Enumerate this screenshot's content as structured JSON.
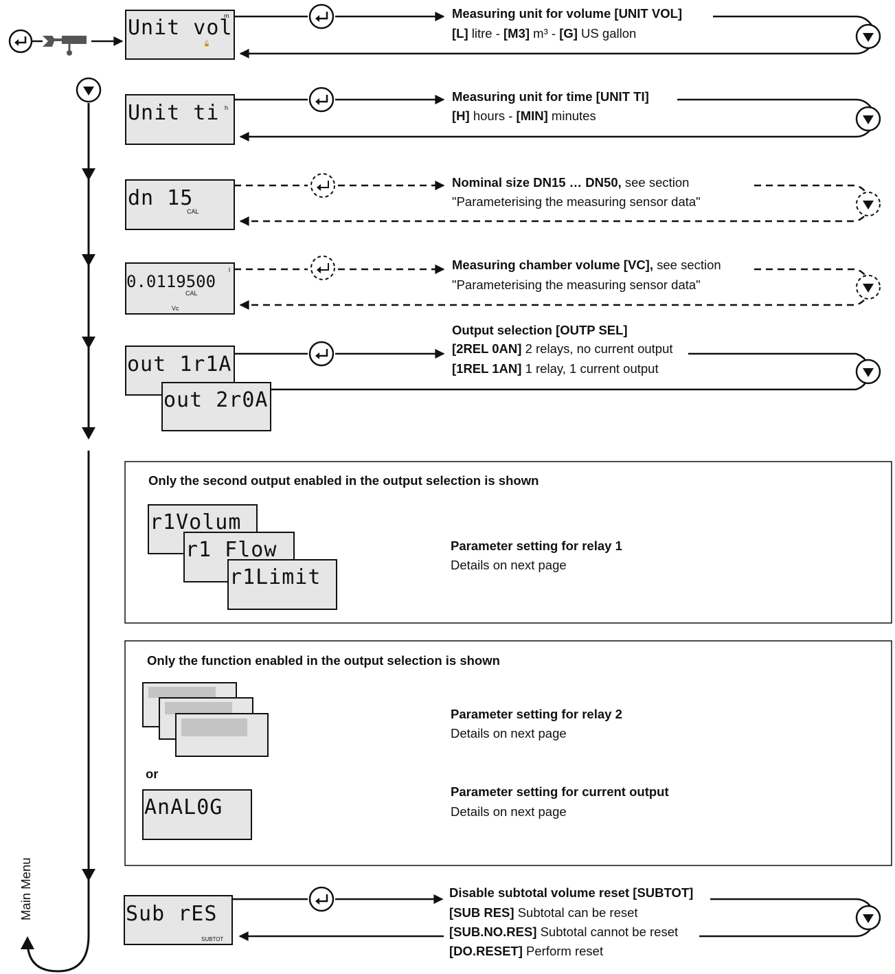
{
  "entry_icon": "enter-key-icon",
  "wrench_icon": "wrench-icon",
  "main_menu_label": "Main Menu",
  "displays": {
    "unit_vol": {
      "text": "Unit vol",
      "unit": "m"
    },
    "unit_ti": {
      "text": "Unit ti",
      "unit": "h"
    },
    "dn15": {
      "text": "dn 15",
      "cal": "CAL"
    },
    "vc": {
      "text": "0.0119500",
      "unit": "l",
      "cal": "CAL",
      "sub": "Vc"
    },
    "out1": {
      "text": "out 1r1A"
    },
    "out2": {
      "text": "out 2r0A"
    },
    "relay1_a": {
      "text": "r1Volum"
    },
    "relay1_b": {
      "text": "r1 Flow"
    },
    "relay1_c": {
      "text": "r1Limit"
    },
    "analog": {
      "text": "AnAL0G"
    },
    "sub_res": {
      "text": "Sub rES",
      "sub": "SUBTOT"
    }
  },
  "rows": {
    "unit_vol": {
      "title": "Measuring unit for volume [UNIT VOL]",
      "opt1_code": "[L]",
      "opt1_text": " litre   -  ",
      "opt2_code": "[M3]",
      "opt2_text": " m³   -  ",
      "opt3_code": "[G]",
      "opt3_text": " US gallon"
    },
    "unit_ti": {
      "title": "Measuring unit for time [UNIT TI]",
      "opt1_code": "[H]",
      "opt1_text": " hours   -  ",
      "opt2_code": "[MIN]",
      "opt2_text": " minutes"
    },
    "dn": {
      "title": "Nominal size DN15 … DN50,",
      "title_rest": " see section",
      "line2": "\"Parameterising the measuring sensor data\""
    },
    "vc": {
      "title": "Measuring chamber volume [VC],",
      "title_rest": " see section",
      "line2": "\"Parameterising the measuring sensor data\""
    },
    "outp": {
      "title": "Output selection [OUTP SEL]",
      "opt1_code": "[2REL 0AN]",
      "opt1_text": " 2 relays, no current output",
      "opt2_code": "[1REL 1AN]",
      "opt2_text": " 1 relay, 1 current output"
    },
    "subtot": {
      "title": "Disable subtotal volume reset [SUBTOT]",
      "opt1_code": "[SUB RES]",
      "opt1_text": " Subtotal can be reset",
      "opt2_code": "[SUB.NO.RES]",
      "opt2_text": " Subtotal cannot be reset",
      "opt3_code": "[DO.RESET]",
      "opt3_text": " Perform reset"
    }
  },
  "box1": {
    "heading": "Only the second output enabled in the output selection is shown",
    "param_title": "Parameter setting for relay 1",
    "param_sub": "Details on next page"
  },
  "box2": {
    "heading": "Only the function enabled in the output selection is shown",
    "param1_title": "Parameter setting for relay 2",
    "param1_sub": "Details on next page",
    "or_label": "or",
    "param2_title": "Parameter setting for current output",
    "param2_sub": "Details on next page"
  }
}
